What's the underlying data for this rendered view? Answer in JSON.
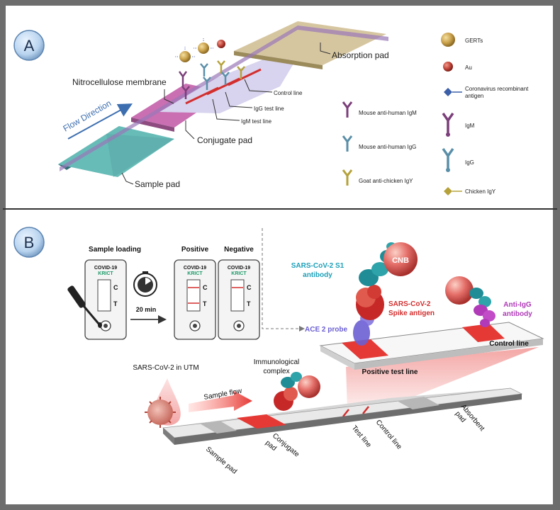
{
  "panel_a": {
    "badge": "A",
    "flow_direction": "Flow Direction",
    "labels": {
      "nitrocellulose": "Nitrocellulose membrane",
      "absorption_pad": "Absorption pad",
      "control_line": "Control line",
      "igg_test_line": "IgG test line",
      "igm_test_line": "IgM test line",
      "conjugate_pad": "Conjugate pad",
      "sample_pad": "Sample pad"
    },
    "antibody_legend": [
      {
        "text": "Mouse anti-human IgM",
        "color": "#7b3f7a"
      },
      {
        "text": "Mouse anti-human IgG",
        "color": "#5a8fa8"
      },
      {
        "text": "Goat anti-chicken IgY",
        "color": "#b5a23a"
      }
    ],
    "symbol_legend": [
      {
        "text": "GERTs",
        "symbol": "gold-bead"
      },
      {
        "text": "Au",
        "symbol": "red-bead"
      },
      {
        "text": "Coronavirus recombinant",
        "text2": "antigen",
        "symbol": "blue-diamond"
      },
      {
        "text": "IgM",
        "symbol": "purple-antibody"
      },
      {
        "text": "IgG",
        "symbol": "teal-antibody"
      },
      {
        "text": "Chicken IgY",
        "symbol": "olive-diamond"
      }
    ]
  },
  "panel_b": {
    "badge": "B",
    "sample_loading": "Sample loading",
    "positive": "Positive",
    "negative": "Negative",
    "cassette_name": "COVID-19",
    "cassette_brand": "KRICT",
    "mark_c": "C",
    "mark_t": "T",
    "timer": "20 min",
    "sars_in_utm": "SARS-CoV-2 in UTM",
    "sample_flow": "Sample flow",
    "immunological_complex_1": "Immunological",
    "immunological_complex_2": "complex",
    "s1_antibody_1": "SARS-CoV-2 S1",
    "s1_antibody_2": "antibody",
    "cnb": "CNB",
    "spike_1": "SARS-CoV-2",
    "spike_2": "Spike antigen",
    "ace2": "ACE 2 probe",
    "anti_igg_1": "Anti-IgG",
    "anti_igg_2": "antibody",
    "positive_test_line": "Positive test line",
    "control_line": "Control line",
    "strip_labels": {
      "sample_pad": "Sample pad",
      "conjugate_pad_1": "Conjugate",
      "conjugate_pad_2": "pad",
      "test_line": "Test line",
      "control_line": "Control line",
      "absorbent_pad_1": "Absorbent",
      "absorbent_pad_2": "pad"
    }
  }
}
